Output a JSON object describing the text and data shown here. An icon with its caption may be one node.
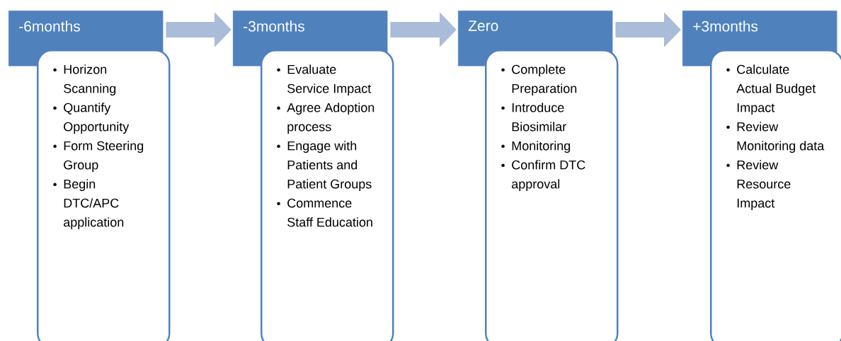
{
  "diagram": {
    "nodes": [
      {
        "text": [
          "-6months"
        ]
      },
      {
        "text": [
          "Horizon Scanning",
          "Quantify Opportunity",
          "Form Steering Group",
          "Begin DTC/APC application"
        ]
      },
      {
        "text": [
          "-3months"
        ]
      },
      {
        "text": [
          "Evaluate Service Impact",
          "Agree Adoption process",
          "Engage with Patients and Patient Groups",
          "Commence Staff Education"
        ]
      },
      {
        "text": [
          "Zero"
        ]
      },
      {
        "text": [
          "Complete Preparation",
          "Introduce Biosimilar",
          "Monitoring",
          "Confirm DTC approval"
        ]
      },
      {
        "text": [
          "+3months"
        ]
      },
      {
        "text": [
          "Calculate Actual Budget Impact",
          "Review Monitoring data",
          "Review Resource Impact"
        ]
      }
    ],
    "edges": [
      {
        "from": 0,
        "to": 2,
        "arrow": "to"
      },
      {
        "from": 2,
        "to": 4,
        "arrow": "to"
      },
      {
        "from": 4,
        "to": 6,
        "arrow": "to"
      }
    ]
  }
}
